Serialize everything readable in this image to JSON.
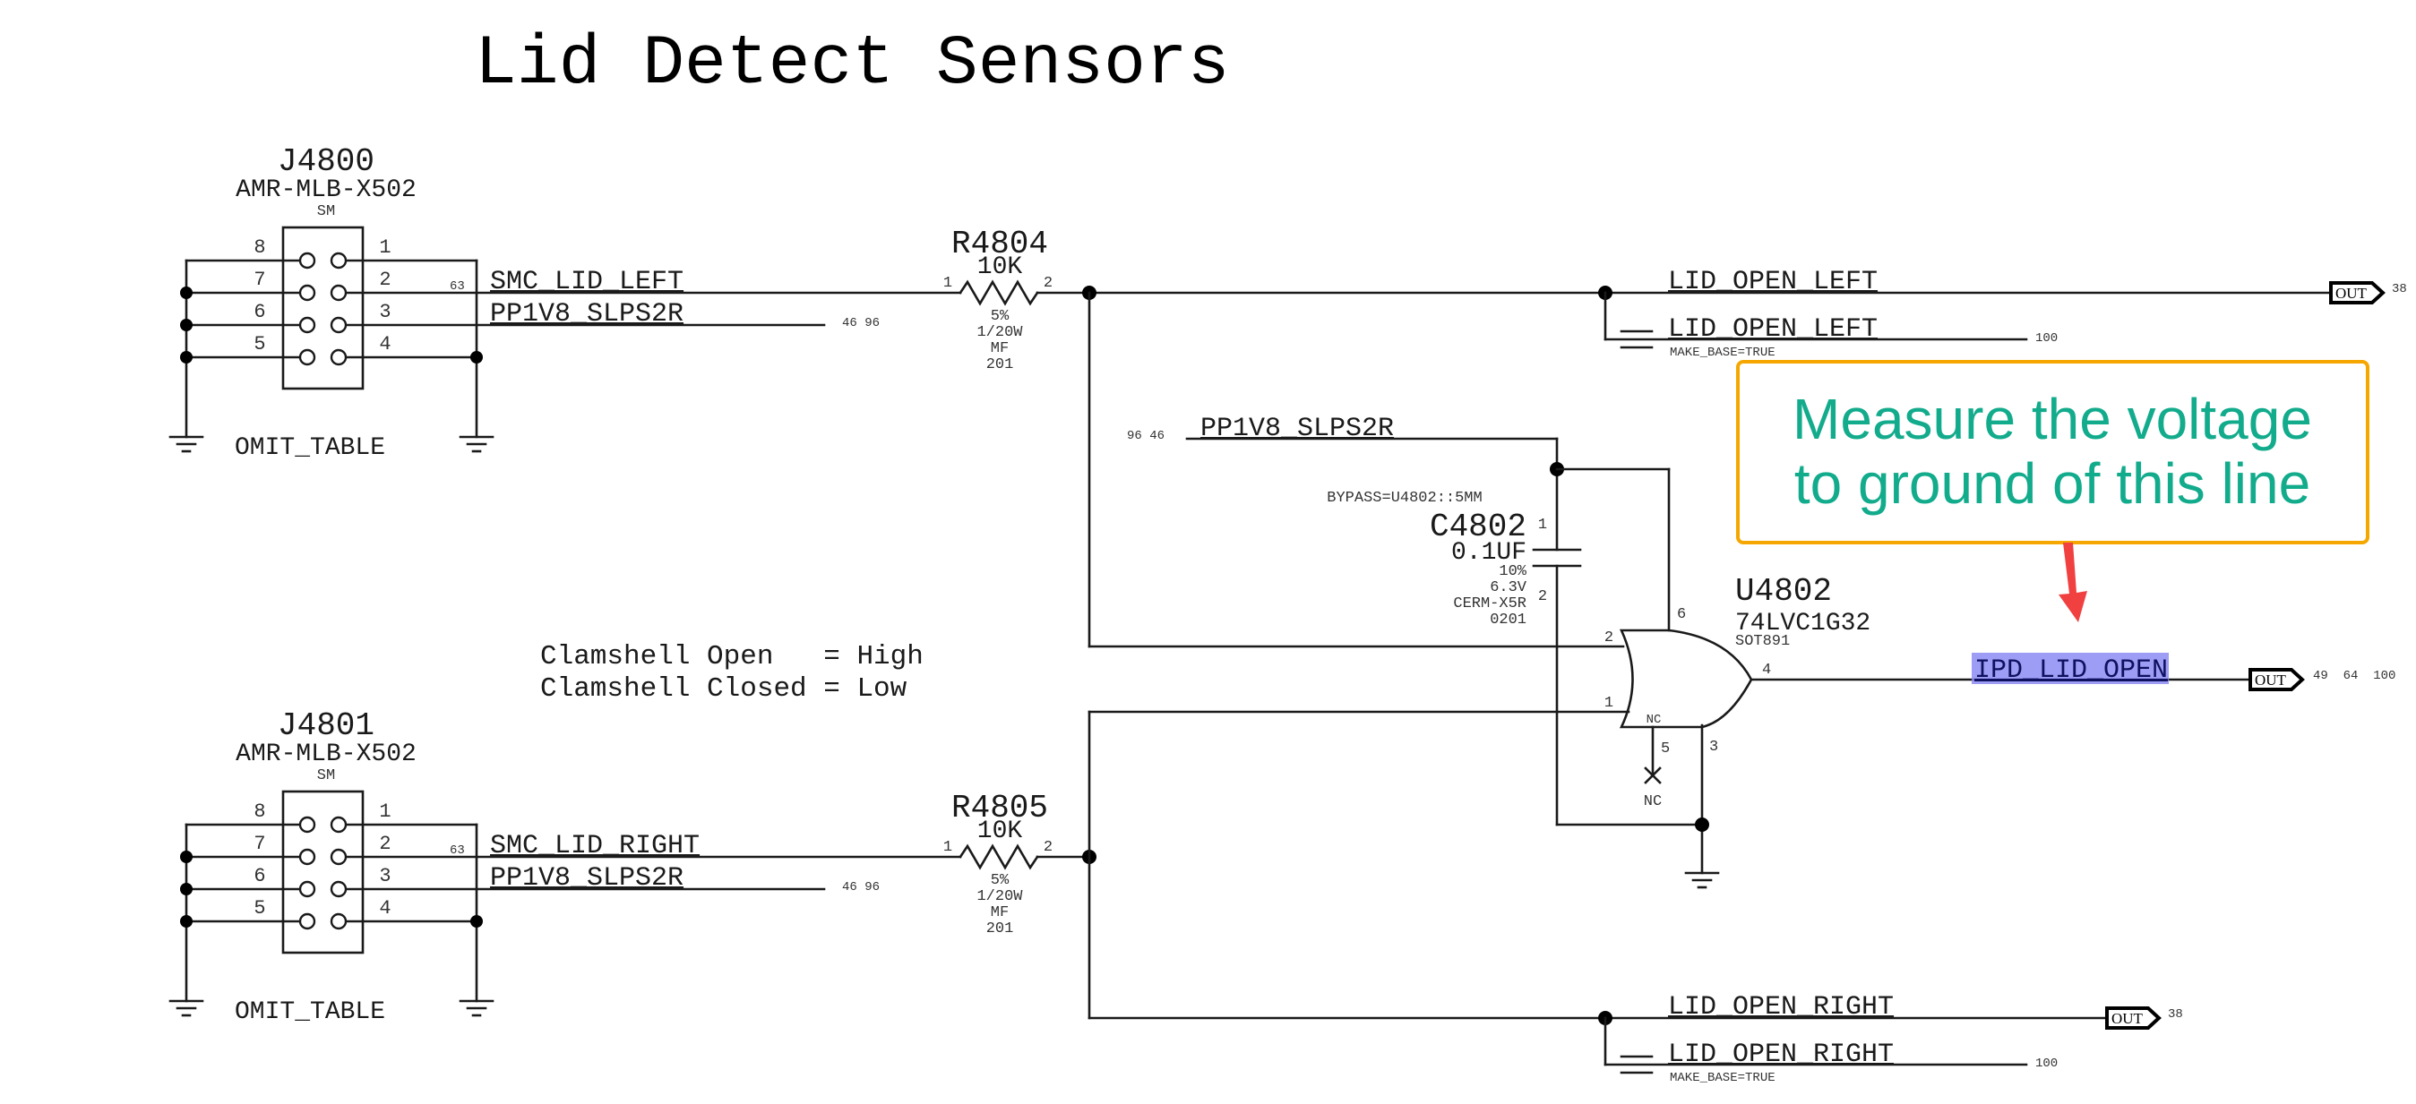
{
  "title": "Lid Detect Sensors",
  "connectors": [
    {
      "ref": "J4800",
      "part": "AMR-MLB-X502",
      "package": "SM",
      "left_pins": [
        "8",
        "7",
        "6",
        "5"
      ],
      "right_pins": [
        "1",
        "2",
        "3",
        "4"
      ],
      "note": "OMIT_TABLE",
      "signal_net": "SMC_LID_LEFT",
      "signal_page_ref": "63",
      "power_net": "PP1V8_SLPS2R",
      "power_page_refs": "46 96"
    },
    {
      "ref": "J4801",
      "part": "AMR-MLB-X502",
      "package": "SM",
      "left_pins": [
        "8",
        "7",
        "6",
        "5"
      ],
      "right_pins": [
        "1",
        "2",
        "3",
        "4"
      ],
      "note": "OMIT_TABLE",
      "signal_net": "SMC_LID_RIGHT",
      "signal_page_ref": "63",
      "power_net": "PP1V8_SLPS2R",
      "power_page_refs": "46 96"
    }
  ],
  "resistors": [
    {
      "ref": "R4804",
      "value": "10K",
      "tolerance": "5%",
      "power": "1/20W",
      "type": "MF",
      "size": "201",
      "pin1": "1",
      "pin2": "2"
    },
    {
      "ref": "R4805",
      "value": "10K",
      "tolerance": "5%",
      "power": "1/20W",
      "type": "MF",
      "size": "201",
      "pin1": "1",
      "pin2": "2"
    }
  ],
  "capacitor": {
    "ref": "C4802",
    "value": "0.1UF",
    "tolerance": "10%",
    "voltage": "6.3V",
    "dielectric": "CERM-X5R",
    "size": "0201",
    "bypass": "BYPASS=U4802::5MM",
    "pin1": "1",
    "pin2": "2"
  },
  "supply_net": {
    "name": "PP1V8_SLPS2R",
    "page_refs": "96 46"
  },
  "gate": {
    "ref": "U4802",
    "part": "74LVC1G32",
    "package": "SOT891",
    "pins": {
      "in_a": "2",
      "in_b": "1",
      "vcc": "6",
      "gnd": "3",
      "nc": "5",
      "out": "4"
    },
    "nc_inner": "NC",
    "nc_label": "NC"
  },
  "outputs": {
    "left": {
      "net": "LID_OPEN_LEFT",
      "flag": "OUT",
      "page_ref": "38",
      "alias_net": "LID_OPEN_LEFT",
      "alias_page_ref": "100",
      "alias_prop": "MAKE_BASE=TRUE"
    },
    "right": {
      "net": "LID_OPEN_RIGHT",
      "flag": "OUT",
      "page_ref": "38",
      "alias_net": "LID_OPEN_RIGHT",
      "alias_page_ref": "100",
      "alias_prop": "MAKE_BASE=TRUE"
    },
    "main": {
      "net": "IPD_LID_OPEN",
      "flag": "OUT",
      "page_refs": "49  64  100",
      "highlighted": true
    }
  },
  "notes": {
    "line1": "Clamshell Open   = High",
    "line2": "Clamshell Closed = Low"
  },
  "callout": {
    "line1": "Measure the voltage",
    "line2": "to ground of this line",
    "border_color": "#f5a700",
    "text_color": "#12ab8c",
    "arrow_color": "#f04040"
  }
}
